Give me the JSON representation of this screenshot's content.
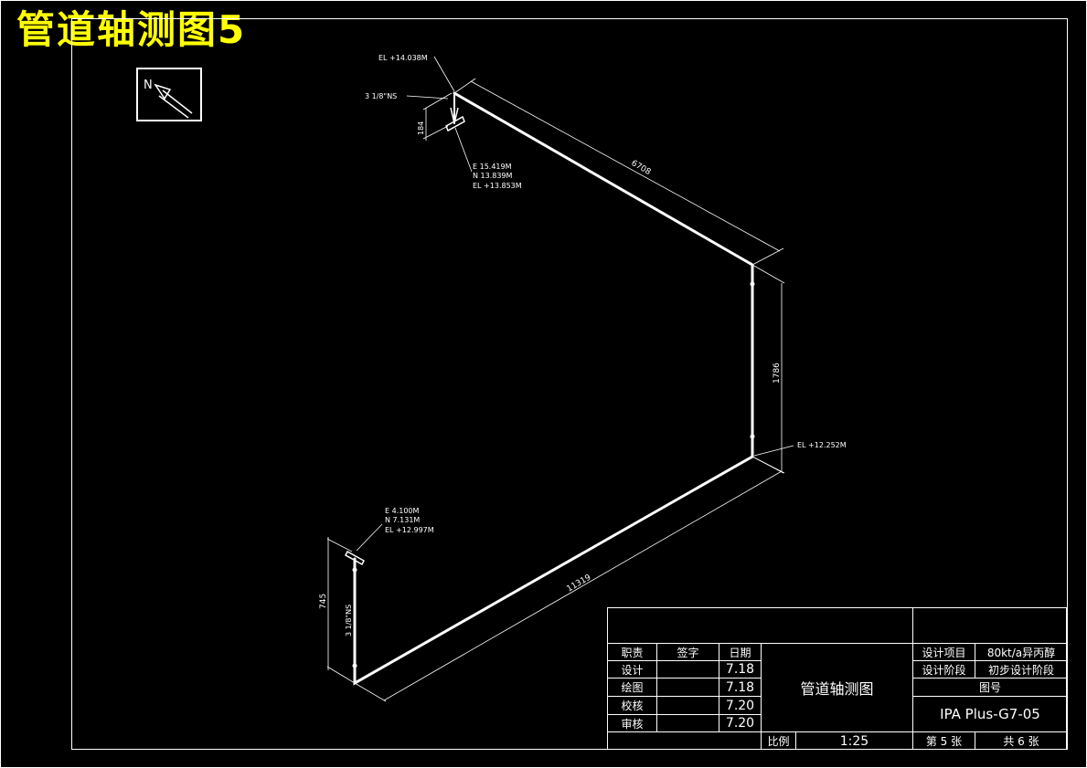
{
  "page_title": "管道轴测图5",
  "north_label": "N",
  "annotations": {
    "top_elevation": "EL +14.038M",
    "top_pipe_size": "3 1/8\"NS",
    "top_vertical_dim": "184",
    "top_coord_e": "E 15.419M",
    "top_coord_n": "N 13.839M",
    "top_coord_el": "EL +13.853M",
    "diagonal_dim_top": "6708",
    "right_vertical_dim": "1786",
    "right_elevation": "EL +12.252M",
    "bottom_coord_e": "E 4.100M",
    "bottom_coord_n": "N 7.131M",
    "bottom_coord_el": "EL +12.997M",
    "bottom_diagonal_dim": "11319",
    "left_vertical_dim": "745",
    "left_pipe_size": "3 1/8\"NS"
  },
  "title_block": {
    "header_role": "职责",
    "header_sign": "签字",
    "header_date": "日期",
    "rows": [
      {
        "role": "设计",
        "sign": "",
        "date": "7.18"
      },
      {
        "role": "绘图",
        "sign": "",
        "date": "7.18"
      },
      {
        "role": "校核",
        "sign": "",
        "date": "7.20"
      },
      {
        "role": "审核",
        "sign": "",
        "date": "7.20"
      }
    ],
    "drawing_name": "管道轴测图",
    "project_label": "设计项目",
    "project_value": "80kt/a异丙醇",
    "stage_label": "设计阶段",
    "stage_value": "初步设计阶段",
    "drawing_no_label": "图号",
    "drawing_no_value": "IPA Plus-G7-05",
    "scale_label": "比例",
    "scale_value": "1:25",
    "sheet_label": "第 5 张",
    "total_label": "共 6 张"
  }
}
